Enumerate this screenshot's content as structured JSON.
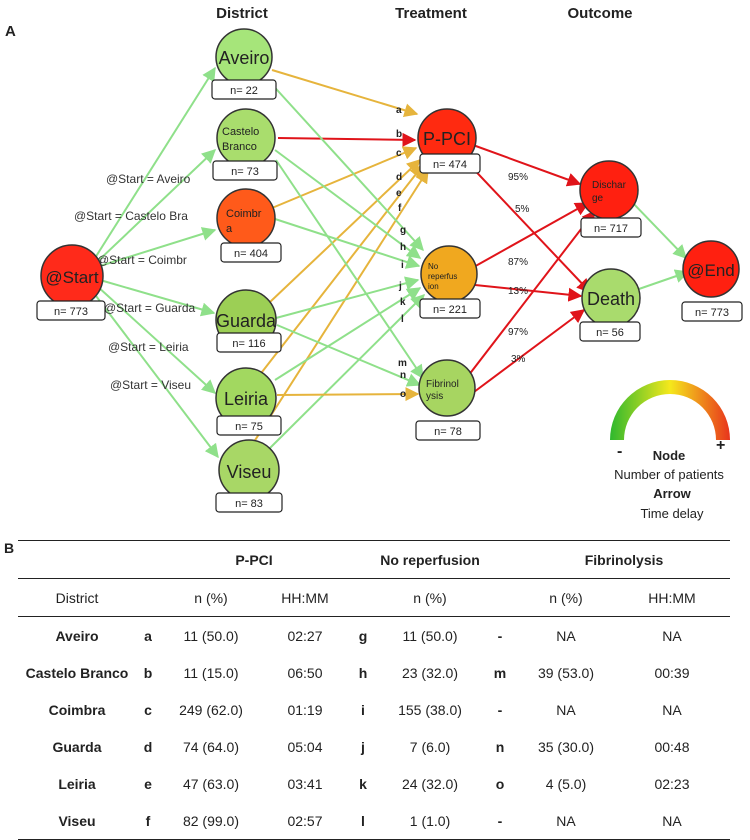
{
  "panel_a": {
    "label": "A",
    "headers": {
      "district": "District",
      "treatment": "Treatment",
      "outcome": "Outcome"
    },
    "nodes": {
      "start": {
        "name": "@Start",
        "n": "n= 773",
        "color": "#ff2a1a"
      },
      "aveiro": {
        "name": "Aveiro",
        "n": "n= 22",
        "color": "#a6e57a"
      },
      "castelo": {
        "name1": "Castelo",
        "name2": "Branco",
        "n": "n= 73",
        "color": "#a9dd6d"
      },
      "coimbra": {
        "name1": "Coimbr",
        "name2": "a",
        "n": "n= 404",
        "color": "#ff5a1a"
      },
      "guarda": {
        "name": "Guarda",
        "n": "n= 116",
        "color": "#9ccf55"
      },
      "leiria": {
        "name": "Leiria",
        "n": "n= 75",
        "color": "#a2d860"
      },
      "viseu": {
        "name": "Viseu",
        "n": "n= 83",
        "color": "#a8d766"
      },
      "ppci": {
        "name": "P-PCI",
        "n": "n= 474",
        "color": "#ff2a10"
      },
      "norep": {
        "name1": "No",
        "name2": "reperfus",
        "name3": "ion",
        "n": "n= 221",
        "color": "#f0a81f"
      },
      "fibrino": {
        "name1": "Fibrinol",
        "name2": "ysis",
        "n": "n= 78",
        "color": "#a7d561"
      },
      "discharge": {
        "name1": "Dischar",
        "name2": "ge",
        "n": "n= 717",
        "color": "#ff2010"
      },
      "death": {
        "name": "Death",
        "n": "n= 56",
        "color": "#a9db6d"
      },
      "end": {
        "name": "@End",
        "n": "n= 773",
        "color": "#ff2010"
      }
    },
    "edge_labels": {
      "aveiro": "@Start = Aveiro",
      "castelo": "@Start = Castelo Bra",
      "coimbra": "@Start = Coimbr",
      "guarda": "@Start = Guarda",
      "leiria": "@Start = Leiria",
      "viseu": "@Start = Viseu"
    },
    "letters": [
      "a",
      "b",
      "c",
      "d",
      "e",
      "f",
      "g",
      "h",
      "i",
      "j",
      "k",
      "l",
      "m",
      "n",
      "o"
    ],
    "percentages": {
      "ppci_discharge": "95%",
      "ppci_death": "5%",
      "norep_discharge": "87%",
      "norep_death": "13%",
      "fibrino_discharge": "97%",
      "fibrino_death": "3%"
    },
    "legend": {
      "minus": "-",
      "plus": "+",
      "node_title": "Node",
      "node_desc": "Number of patients",
      "arrow_title": "Arrow",
      "arrow_desc": "Time delay"
    },
    "colors": {
      "green": "#8fe08a",
      "orange": "#e6b43c",
      "red": "#e0141a"
    }
  },
  "panel_b": {
    "label": "B",
    "group_headers": [
      "P-PCI",
      "No reperfusion",
      "Fibrinolysis"
    ],
    "sub_headers": [
      "District",
      "n (%)",
      "HH:MM",
      "n (%)",
      "n (%)",
      "HH:MM"
    ],
    "rows": [
      {
        "district": "Aveiro",
        "l1": "a",
        "ppci_n": "11 (50.0)",
        "ppci_t": "02:27",
        "l2": "g",
        "norep_n": "11 (50.0)",
        "l3": "-",
        "fib_n": "NA",
        "fib_t": "NA"
      },
      {
        "district": "Castelo Branco",
        "l1": "b",
        "ppci_n": "11 (15.0)",
        "ppci_t": "06:50",
        "l2": "h",
        "norep_n": "23 (32.0)",
        "l3": "m",
        "fib_n": "39 (53.0)",
        "fib_t": "00:39"
      },
      {
        "district": "Coimbra",
        "l1": "c",
        "ppci_n": "249 (62.0)",
        "ppci_t": "01:19",
        "l2": "i",
        "norep_n": "155 (38.0)",
        "l3": "-",
        "fib_n": "NA",
        "fib_t": "NA"
      },
      {
        "district": "Guarda",
        "l1": "d",
        "ppci_n": "74 (64.0)",
        "ppci_t": "05:04",
        "l2": "j",
        "norep_n": "7 (6.0)",
        "l3": "n",
        "fib_n": "35 (30.0)",
        "fib_t": "00:48"
      },
      {
        "district": "Leiria",
        "l1": "e",
        "ppci_n": "47 (63.0)",
        "ppci_t": "03:41",
        "l2": "k",
        "norep_n": "24 (32.0)",
        "l3": "o",
        "fib_n": "4 (5.0)",
        "fib_t": "02:23"
      },
      {
        "district": "Viseu",
        "l1": "f",
        "ppci_n": "82 (99.0)",
        "ppci_t": "02:57",
        "l2": "l",
        "norep_n": "1 (1.0)",
        "l3": "-",
        "fib_n": "NA",
        "fib_t": "NA"
      }
    ]
  }
}
